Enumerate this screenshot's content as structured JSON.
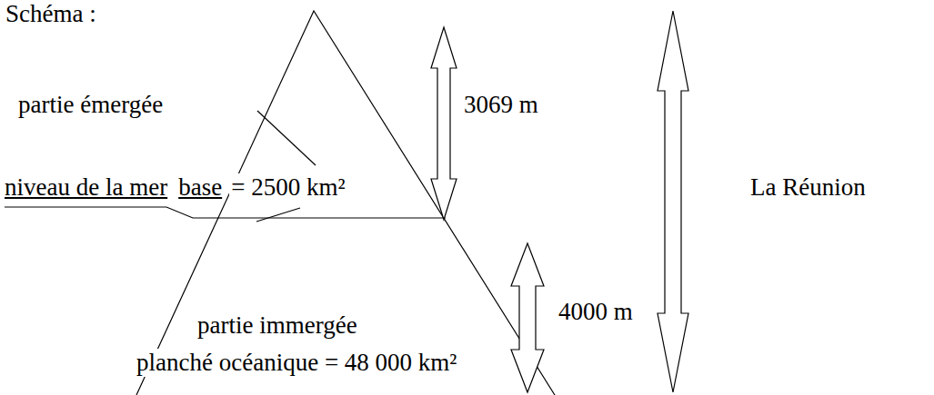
{
  "diagram": {
    "title": "Schéma :",
    "labels": [
      "partie émergée",
      "3069 m",
      "niveau de la mer",
      "base",
      "= 2500 km²",
      "La Réunion",
      "4000 m",
      "partie immergée",
      "planché océanique = 48 000 km²"
    ]
  }
}
